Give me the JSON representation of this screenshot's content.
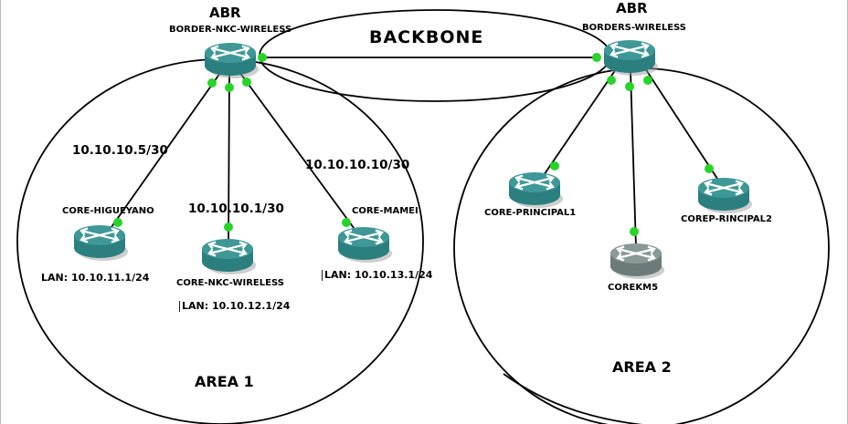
{
  "backbone": {
    "label": "BACKBONE"
  },
  "areas": {
    "area1": "AREA 1",
    "area2": "AREA 2"
  },
  "abrs": {
    "left": {
      "role_label": "ABR",
      "name": "BORDER-NKC-WIRELESS"
    },
    "right": {
      "role_label": "ABR",
      "name": "BORDERS-WIRELESS"
    }
  },
  "link_labels": {
    "to_higueyano": "10.10.10.5/30",
    "to_nkc": "10.10.10.1/30",
    "to_mamei": "10.10.10.10/30"
  },
  "nodes": {
    "higueyano": {
      "name": "CORE-HIGUEYANO",
      "lan": "LAN: 10.10.11.1/24"
    },
    "nkc": {
      "name": "CORE-NKC-WIRELESS",
      "lan": "LAN: 10.10.12.1/24"
    },
    "mamei": {
      "name": "CORE-MAMEI",
      "lan": "LAN: 10.10.13.1/24"
    },
    "principal1": {
      "name": "CORE-PRINCIPAL1"
    },
    "rincipal2": {
      "name": "COREP-RINCIPAL2"
    },
    "corekm5": {
      "name": "COREKM5"
    }
  },
  "icons": {
    "router": "cisco-router-icon",
    "link_endpoint": "green-link-endpoint-dot"
  },
  "colors": {
    "router_teal_top": "#3f9898",
    "router_teal_body": "#2c7f7f",
    "router_gray_top": "#8b9898",
    "router_gray_body": "#6d7a7a",
    "link_endpoint_green": "#27d427",
    "outline_black": "#000000",
    "background": "#ffffff"
  }
}
